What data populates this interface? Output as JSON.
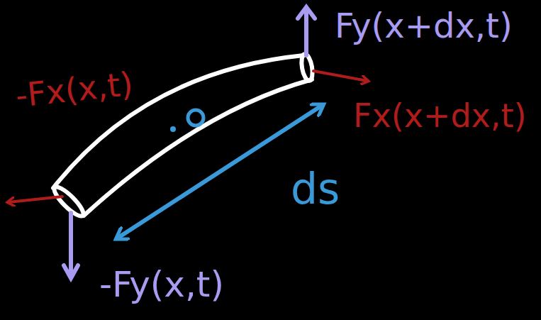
{
  "diagram": {
    "labels": [
      "Fy(x+dx,t)",
      "-Fx(x,t)",
      "Fx(x+dx,t)",
      "ds",
      "-Fy(x,t)"
    ]
  }
}
